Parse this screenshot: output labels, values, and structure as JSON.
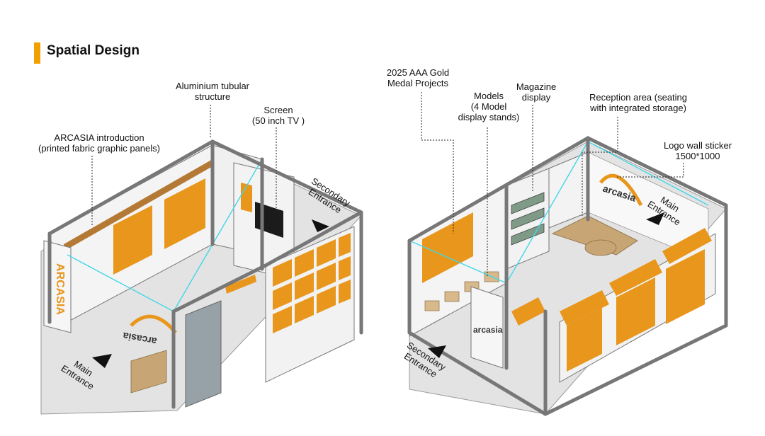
{
  "page": {
    "title": "Spatial Design",
    "accent_color": "#f2a000",
    "panel_color": "#e8961c",
    "floor_color": "#e3e3e3",
    "wood_color": "#c8a574",
    "guide_color": "#3fd8e8"
  },
  "left_booth": {
    "labels": {
      "structure": "Aluminium tubular\nstructure",
      "intro": "ARCASIA introduction\n(printed fabric graphic panels)",
      "screen": "Screen\n(50 inch TV )",
      "secondary_entrance": "Secondary\nEntrance",
      "main_entrance": "Main\nEntrance"
    },
    "banner_text": "ARCASIA",
    "floor_logo": "arcasia"
  },
  "right_booth": {
    "labels": {
      "gold_medal": "2025 AAA Gold\nMedal Projects",
      "models": "Models\n(4 Model\ndisplay stands)",
      "magazine": "Magazine\ndisplay",
      "reception": "Reception area (seating\nwith integrated storage)",
      "logo_wall": "Logo wall sticker\n1500*1000",
      "main_entrance": "Main\nEntrance",
      "secondary_entrance": "Secondary\nEntrance"
    },
    "wall_logo": "arcasia",
    "side_logo": "arcasia"
  }
}
